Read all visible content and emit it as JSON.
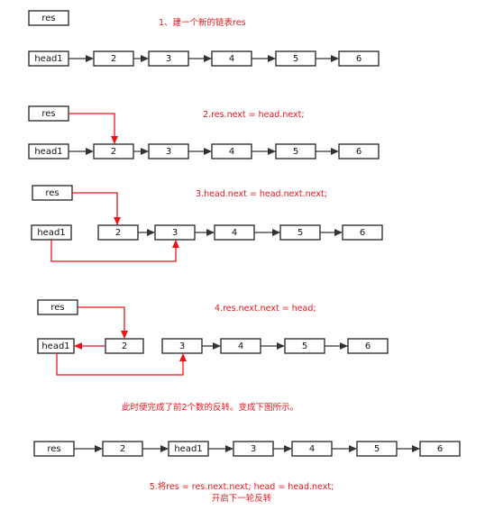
{
  "captions": {
    "step1": "1、建一个新的链表res",
    "step2": "2.res.next = head.next;",
    "step3": "3.head.next = head.next.next;",
    "step4": "4.res.next.next = head;",
    "note": "此时便完成了前2个数的反转。变成下图所示。",
    "step5_line1": "5.将res = res.next.next;    head = head.next;",
    "step5_line2": "开启下一轮反转"
  },
  "nodes": {
    "res": "res",
    "head1": "head1",
    "n2": "2",
    "n3": "3",
    "n4": "4",
    "n5": "5",
    "n6": "6"
  },
  "colors": {
    "pointer": "#e8141b",
    "link": "#333333",
    "caption": "#e8141b"
  }
}
